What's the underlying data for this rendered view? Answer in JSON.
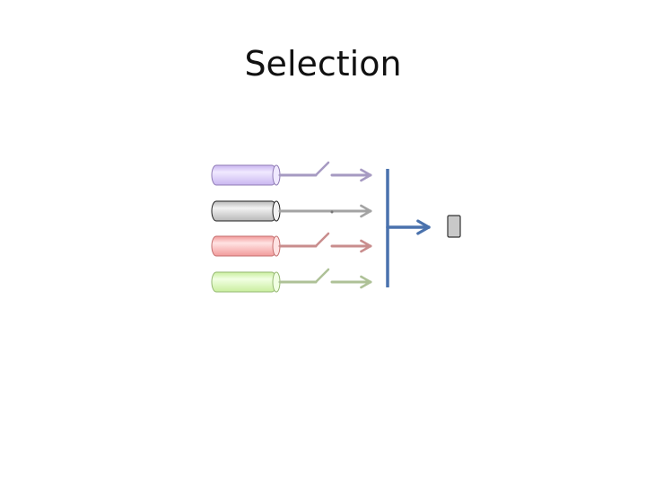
{
  "slide": {
    "title": "Selection"
  },
  "diagram": {
    "channels": [
      {
        "name": "purple",
        "fill": "#c9b6f0",
        "fill_light": "#f0e9ff",
        "stroke": "#8f7bb5",
        "line": "#a69ac2",
        "switch": "open"
      },
      {
        "name": "gray",
        "fill": "#b8b8b8",
        "fill_light": "#f2f2f2",
        "stroke": "#202020",
        "line": "#a3a3a3",
        "switch": "closed"
      },
      {
        "name": "red",
        "fill": "#f29a9a",
        "fill_light": "#ffe3e3",
        "stroke": "#c46f6f",
        "line": "#c98d8d",
        "switch": "open"
      },
      {
        "name": "green",
        "fill": "#c9ee9e",
        "fill_light": "#f1ffe3",
        "stroke": "#96b874",
        "line": "#aec197",
        "switch": "open"
      }
    ],
    "bus_color": "#4a72ad",
    "output_box": {
      "fill": "#c8c8c8",
      "stroke": "#333333"
    }
  }
}
